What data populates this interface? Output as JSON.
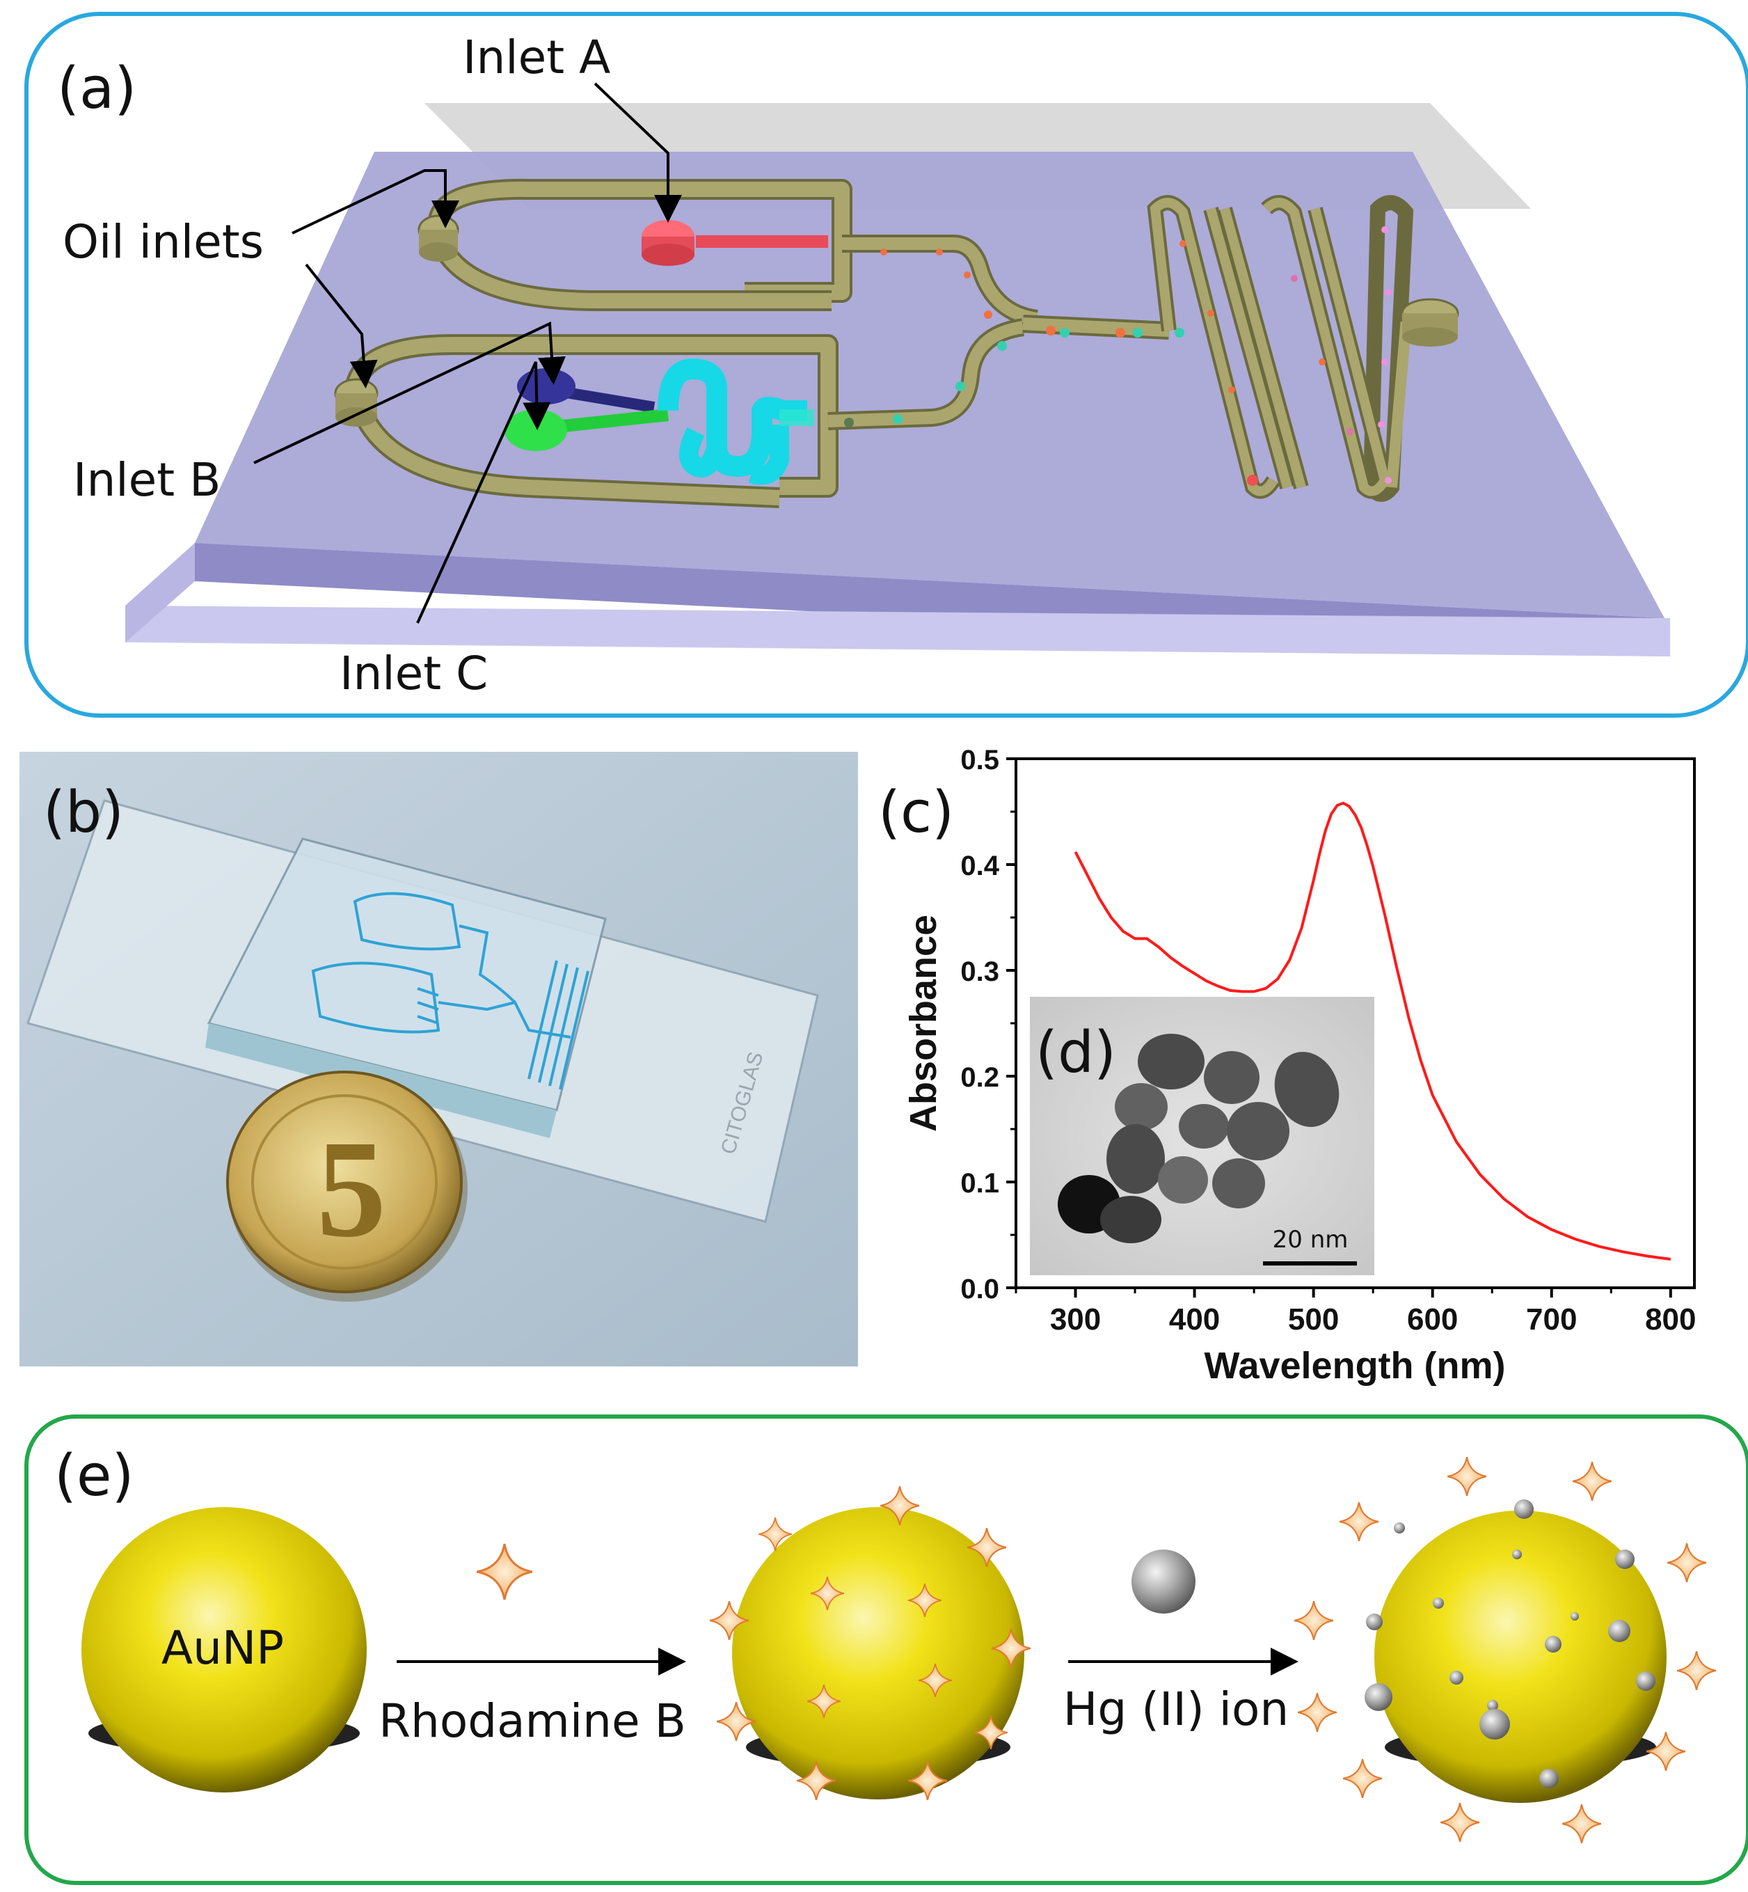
{
  "panel_a": {
    "label": "(a)",
    "inlet_a": "Inlet A",
    "oil_inlets": "Oil inlets",
    "inlet_b": "Inlet B",
    "inlet_c": "Inlet C",
    "frame_color": "#29a8e0"
  },
  "panel_b": {
    "label": "(b)",
    "coin_digit": "5",
    "slide_brand": "CITOGLAS"
  },
  "panel_c": {
    "label": "(c)",
    "inset_label": "(d)",
    "scalebar": "20 nm"
  },
  "panel_e": {
    "label": "(e)",
    "aunp": "AuNP",
    "step1": "Rhodamine B",
    "step2": "Hg (II) ion",
    "frame_color": "#23a74a"
  },
  "chart_data": {
    "type": "line",
    "xlabel": "Wavelength (nm)",
    "ylabel": "Absorbance",
    "xlim": [
      250,
      820
    ],
    "ylim": [
      0.0,
      0.5
    ],
    "xticks": [
      300,
      400,
      500,
      600,
      700,
      800
    ],
    "yticks": [
      0.0,
      0.1,
      0.2,
      0.3,
      0.4,
      0.5
    ],
    "xtick_labels": [
      "300",
      "400",
      "500",
      "600",
      "700",
      "800"
    ],
    "ytick_labels": [
      "0.0",
      "0.1",
      "0.2",
      "0.3",
      "0.4",
      "0.5"
    ],
    "line_color": "#ff1a1a",
    "series": [
      {
        "x": [
          300,
          310,
          320,
          330,
          340,
          350,
          360,
          370,
          380,
          390,
          400,
          410,
          420,
          430,
          440,
          450,
          460,
          470,
          480,
          490,
          500,
          505,
          510,
          515,
          520,
          525,
          530,
          535,
          540,
          545,
          550,
          560,
          570,
          580,
          590,
          600,
          620,
          640,
          660,
          680,
          700,
          720,
          740,
          760,
          780,
          800
        ],
        "y": [
          0.412,
          0.39,
          0.368,
          0.35,
          0.337,
          0.33,
          0.33,
          0.322,
          0.312,
          0.304,
          0.297,
          0.29,
          0.285,
          0.281,
          0.28,
          0.28,
          0.283,
          0.292,
          0.31,
          0.34,
          0.385,
          0.41,
          0.432,
          0.448,
          0.456,
          0.458,
          0.455,
          0.447,
          0.435,
          0.418,
          0.398,
          0.352,
          0.302,
          0.255,
          0.215,
          0.182,
          0.138,
          0.107,
          0.084,
          0.067,
          0.055,
          0.046,
          0.039,
          0.034,
          0.03,
          0.027
        ]
      }
    ]
  }
}
